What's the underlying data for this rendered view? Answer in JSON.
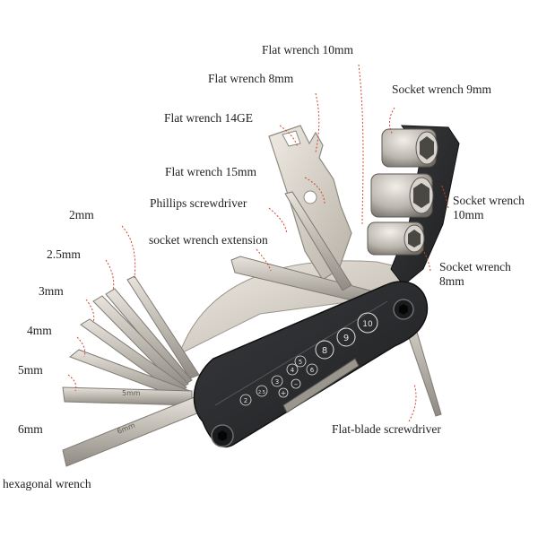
{
  "labels": {
    "flat_10": "Flat wrench 10mm",
    "flat_8": "Flat wrench 8mm",
    "flat_14ge": "Flat wrench 14GE",
    "flat_15": "Flat wrench 15mm",
    "phillips": "Phillips screwdriver",
    "socket_ext": "socket wrench extension",
    "socket_9": "Socket wrench 9mm",
    "socket_10": "Socket wrench 10mm",
    "socket_8": "Socket wrench 8mm",
    "flat_blade": "Flat-blade screwdriver",
    "hex_2": "2mm",
    "hex_25": "2.5mm",
    "hex_3": "3mm",
    "hex_4": "4mm",
    "hex_5": "5mm",
    "hex_6": "6mm",
    "hexagonal": "hexagonal wrench"
  },
  "body_markings": [
    "2",
    "2.5",
    "3",
    "4",
    "5",
    "6",
    "8",
    "9",
    "10"
  ],
  "tool_engravings": {
    "hex_5": "5mm",
    "hex_6": "6mm"
  },
  "colors": {
    "body": "#2b2c2e",
    "body_edge": "#4a4c4f",
    "steel": "#c9c4bc",
    "steel_dark": "#8e8a83",
    "leader": "#d2452b"
  }
}
